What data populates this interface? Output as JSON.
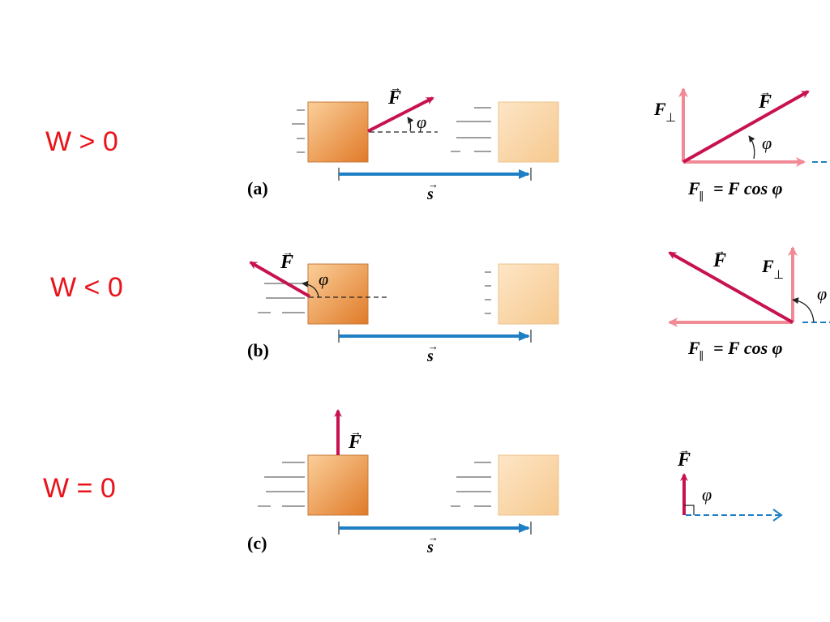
{
  "rows": [
    {
      "work_label": "W > 0",
      "panel": "(a)"
    },
    {
      "work_label": "W < 0",
      "panel": "(b)"
    },
    {
      "work_label": "W = 0",
      "panel": "(c)"
    }
  ],
  "symbols": {
    "force": "F",
    "displacement": "s",
    "angle": "φ",
    "f_parallel": "F",
    "f_parallel_sub": "∥",
    "f_perp": "F",
    "f_perp_sub": "⊥",
    "equation_rhs": "= F cos φ"
  },
  "colors": {
    "work_label": "#e8141b",
    "force_vector": "#c8124f",
    "component_vector": "#f08a96",
    "displacement_vector": "#1f7fc4",
    "block_dark": "#e88a3c",
    "block_light": "#f9d7a8"
  }
}
